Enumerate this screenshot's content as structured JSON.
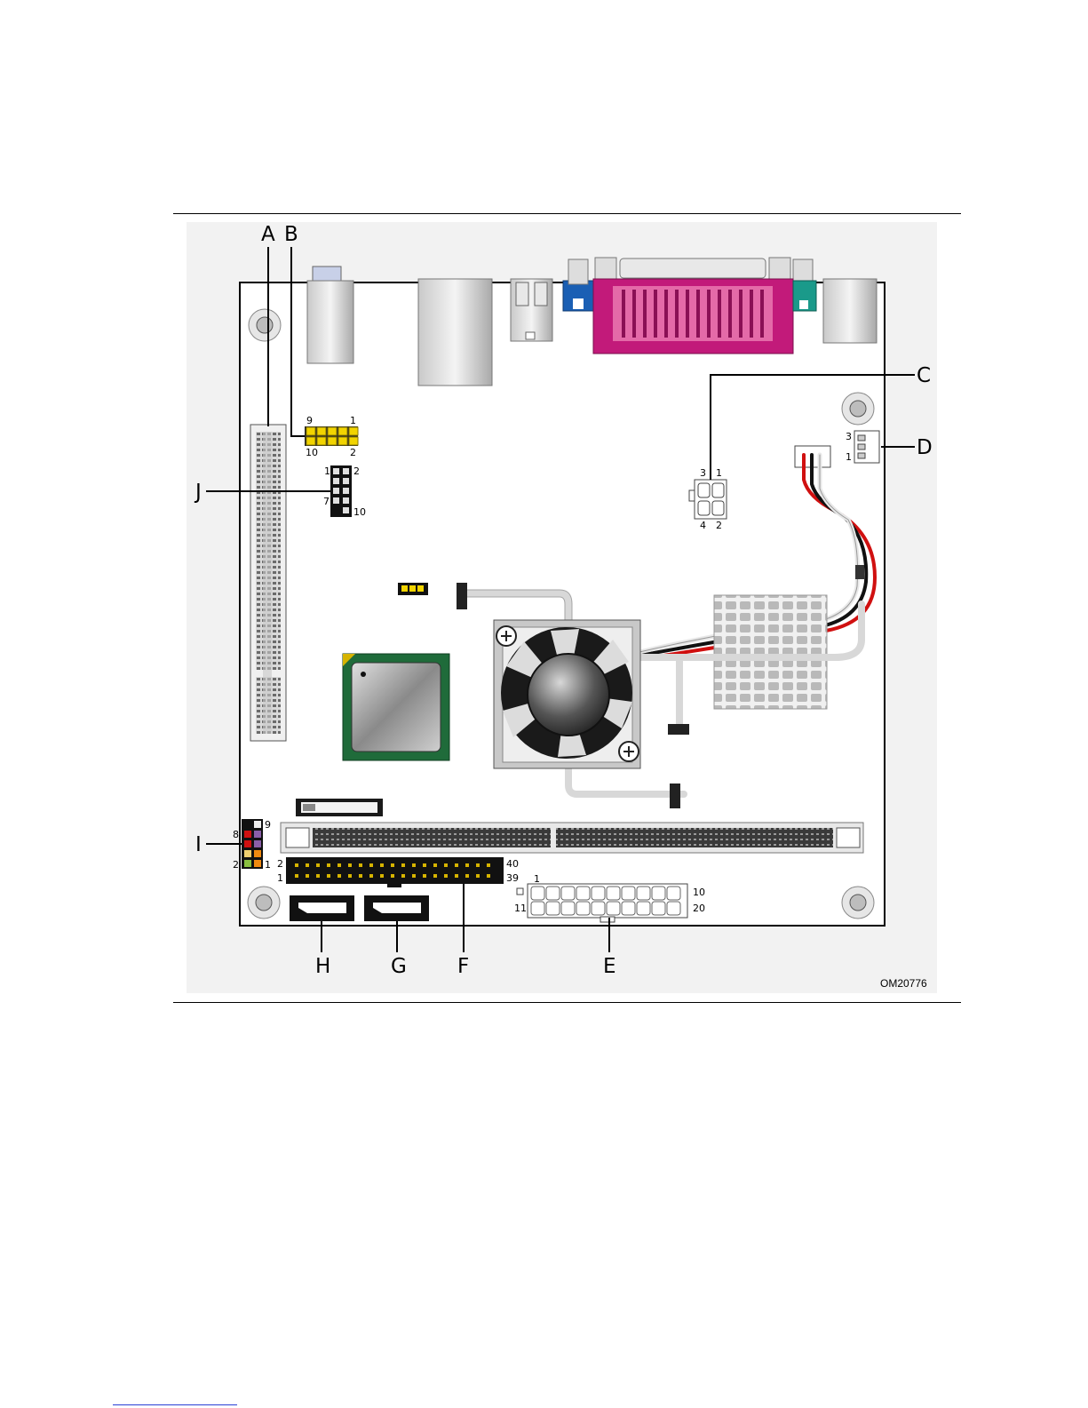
{
  "figure_id": "OM20776",
  "callouts": [
    "A",
    "B",
    "C",
    "D",
    "E",
    "F",
    "G",
    "H",
    "I",
    "J"
  ],
  "pins": {
    "header_b": {
      "top_left": "9",
      "top_right": "1",
      "bottom_left": "10",
      "bottom_right": "2"
    },
    "header_j": {
      "top_left": "1",
      "top_right": "2",
      "bottom_left": "7",
      "bottom_right": "10"
    },
    "conn_c": {
      "top_left": "3",
      "top_right": "1",
      "bottom_left": "4",
      "bottom_right": "2"
    },
    "conn_d": {
      "top": "3",
      "bottom": "1"
    },
    "conn_e": {
      "top_left": "1",
      "top_right": "10",
      "bottom_left": "11",
      "bottom_right": "20"
    },
    "conn_f": {
      "top_left": "2",
      "bottom_left": "1",
      "top_right": "40",
      "bottom_right": "39"
    },
    "header_i": {
      "top_right": "9",
      "mid_left": "8",
      "bottom_left": "2",
      "bottom_right": "1"
    }
  },
  "colors": {
    "board_outline": "#000000",
    "parallel_port": "#c21a7a",
    "vga_blue": "#1a5fb4",
    "ps2_teal": "#1a9a8a",
    "header_yellow": "#f2d400",
    "chip_green": "#1f6b3a",
    "cable_red": "#d01010"
  }
}
